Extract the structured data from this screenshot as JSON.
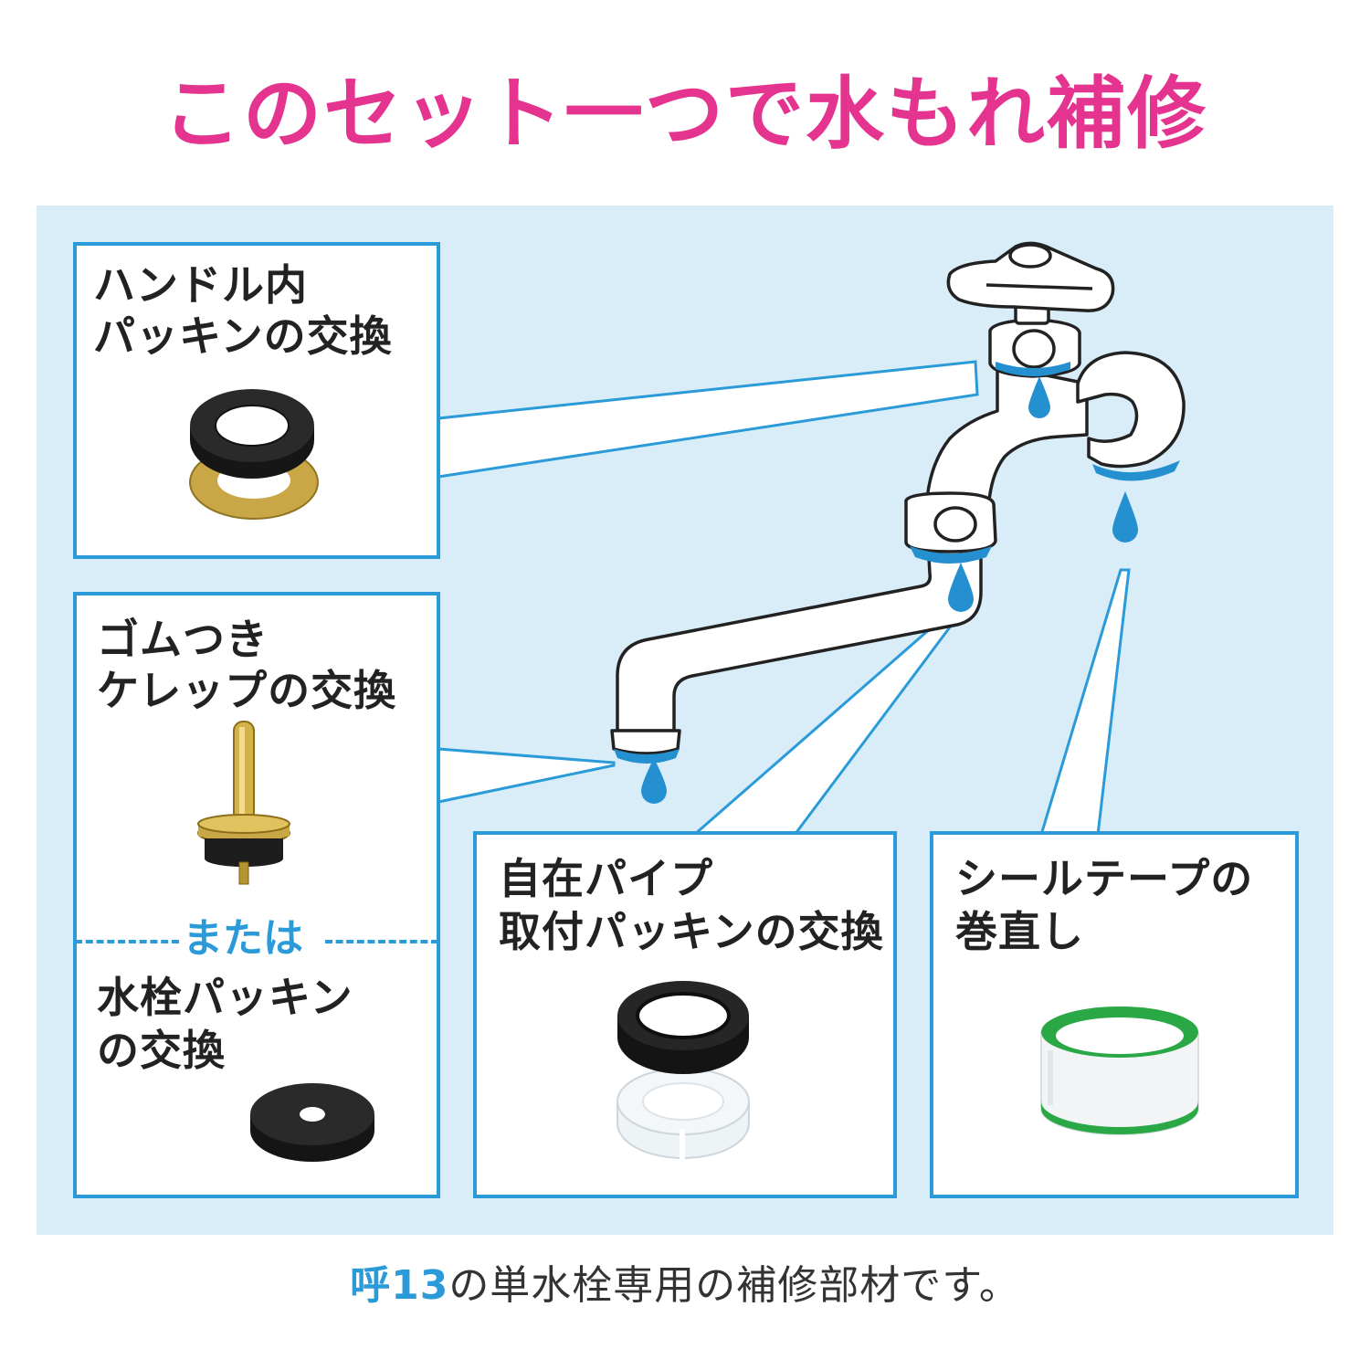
{
  "headline": "このセット一つで水もれ補修",
  "callouts": {
    "handle": {
      "line1": "ハンドル内",
      "line2": "パッキンの交換"
    },
    "kerep": {
      "line1": "ゴムつき",
      "line2": "ケレップの交換"
    },
    "or_label": "または",
    "faucet_packing": {
      "line1": "水栓パッキン",
      "line2": "の交換"
    },
    "pipe": {
      "line1": "自在パイプ",
      "line2": "取付パッキンの交換"
    },
    "tape": {
      "line1": "シールテープの",
      "line2": "巻直し"
    }
  },
  "footer": {
    "highlight": "呼13",
    "rest": "の単水栓専用の補修部材です。"
  },
  "colors": {
    "headline": "#e4348f",
    "panel_bg": "#d9edf8",
    "accent_blue": "#2a9bd8",
    "water_drop": "#2590d0",
    "tape_green": "#2aa845"
  },
  "icons": [
    "faucet-illustration",
    "water-drop-icon",
    "handle-packing-icon",
    "kerep-icon",
    "faucet-packing-icon",
    "pipe-packing-icon",
    "seal-tape-icon"
  ]
}
